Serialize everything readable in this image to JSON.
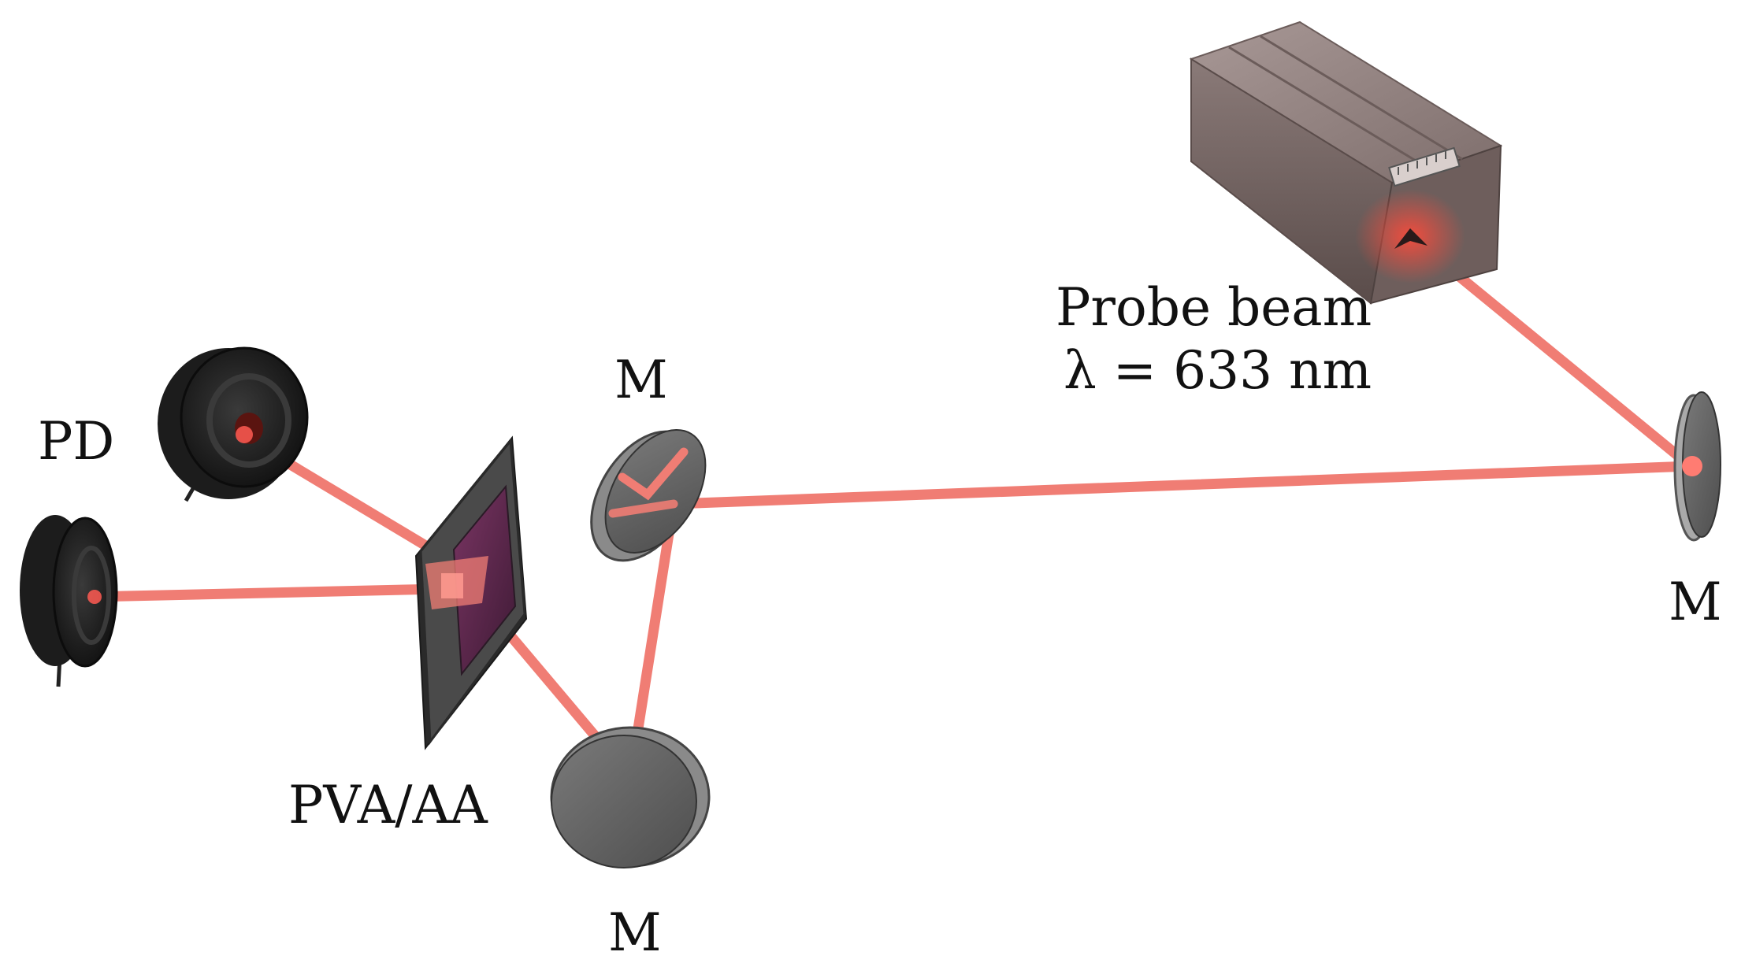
{
  "labels": {
    "photodetector": "PD",
    "sample": "PVA/AA",
    "mirror_top": "M",
    "mirror_bottom": "M",
    "mirror_right": "M",
    "source_name": "Probe beam",
    "wavelength": "λ = 633 nm"
  },
  "colors": {
    "beam": "#f07d74",
    "beam_core": "#ff5b52",
    "detector_body": "#202020",
    "mirror_body": "#6c6c6c",
    "mirror_face": "#5c5c5c",
    "laser_body": "#8b7a78",
    "sample_frame": "#3a3a3a",
    "sample_film": "#6a2a55"
  },
  "components": {
    "laser": "laser-source",
    "mirrors": [
      "mirror-right",
      "mirror-top",
      "mirror-bottom"
    ],
    "sample": "pva-aa-sample",
    "detectors": [
      "photodetector-upper",
      "photodetector-lower"
    ]
  }
}
